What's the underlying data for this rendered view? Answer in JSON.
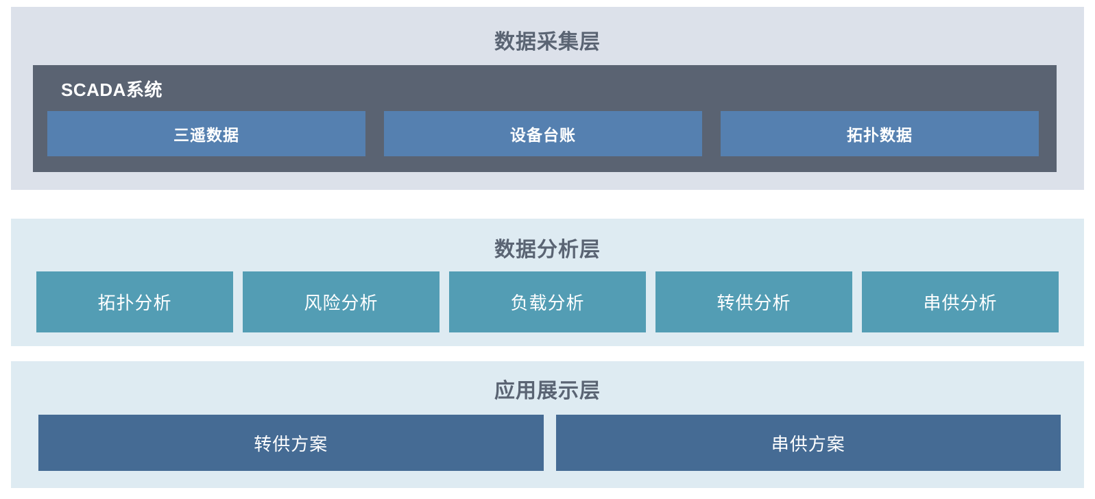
{
  "colors": {
    "page_bg": "#ffffff",
    "collect_layer_bg": "#dce1ea",
    "analysis_layer_bg": "#deebf2",
    "display_layer_bg": "#deebf2",
    "scada_box_bg": "#5a6372",
    "scada_item_bg": "#5580b0",
    "analysis_item_bg": "#539db4",
    "display_item_bg": "#456b94",
    "layer_title_text": "#5a6473",
    "item_text": "#ffffff"
  },
  "layers": {
    "collect": {
      "title": "数据采集层",
      "scada": {
        "title": "SCADA系统",
        "items": [
          {
            "label": "三遥数据"
          },
          {
            "label": "设备台账"
          },
          {
            "label": "拓扑数据"
          }
        ]
      }
    },
    "analysis": {
      "title": "数据分析层",
      "items": [
        {
          "label": "拓扑分析"
        },
        {
          "label": "风险分析"
        },
        {
          "label": "负载分析"
        },
        {
          "label": "转供分析"
        },
        {
          "label": "串供分析"
        }
      ]
    },
    "display": {
      "title": "应用展示层",
      "items": [
        {
          "label": "转供方案"
        },
        {
          "label": "串供方案"
        }
      ]
    }
  }
}
